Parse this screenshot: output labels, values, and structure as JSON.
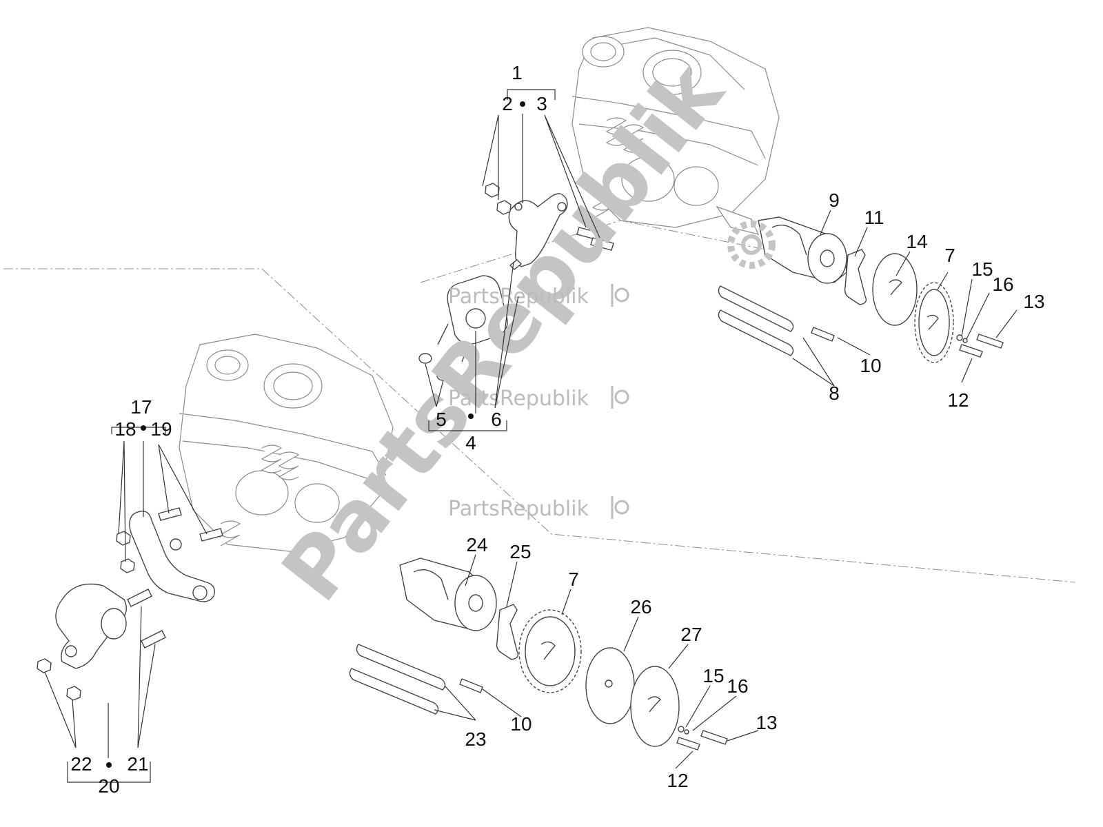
{
  "watermark": {
    "big_text": "PartsRepublik",
    "small_text": "PartsRepublik",
    "icon": "gear-icon",
    "color": "#c4c4c4"
  },
  "labels": {
    "l1": "1",
    "l2": "2",
    "l3": "3",
    "l4": "4",
    "l5": "5",
    "l6": "6",
    "l7a": "7",
    "l7b": "7",
    "l8": "8",
    "l9": "9",
    "l10a": "10",
    "l10b": "10",
    "l11": "11",
    "l12a": "12",
    "l12b": "12",
    "l13a": "13",
    "l13b": "13",
    "l14": "14",
    "l15a": "15",
    "l15b": "15",
    "l16a": "16",
    "l16b": "16",
    "l17": "17",
    "l18": "18",
    "l19": "19",
    "l20": "20",
    "l21": "21",
    "l22": "22",
    "l23": "23",
    "l24": "24",
    "l25": "25",
    "l26": "26",
    "l27": "27"
  }
}
